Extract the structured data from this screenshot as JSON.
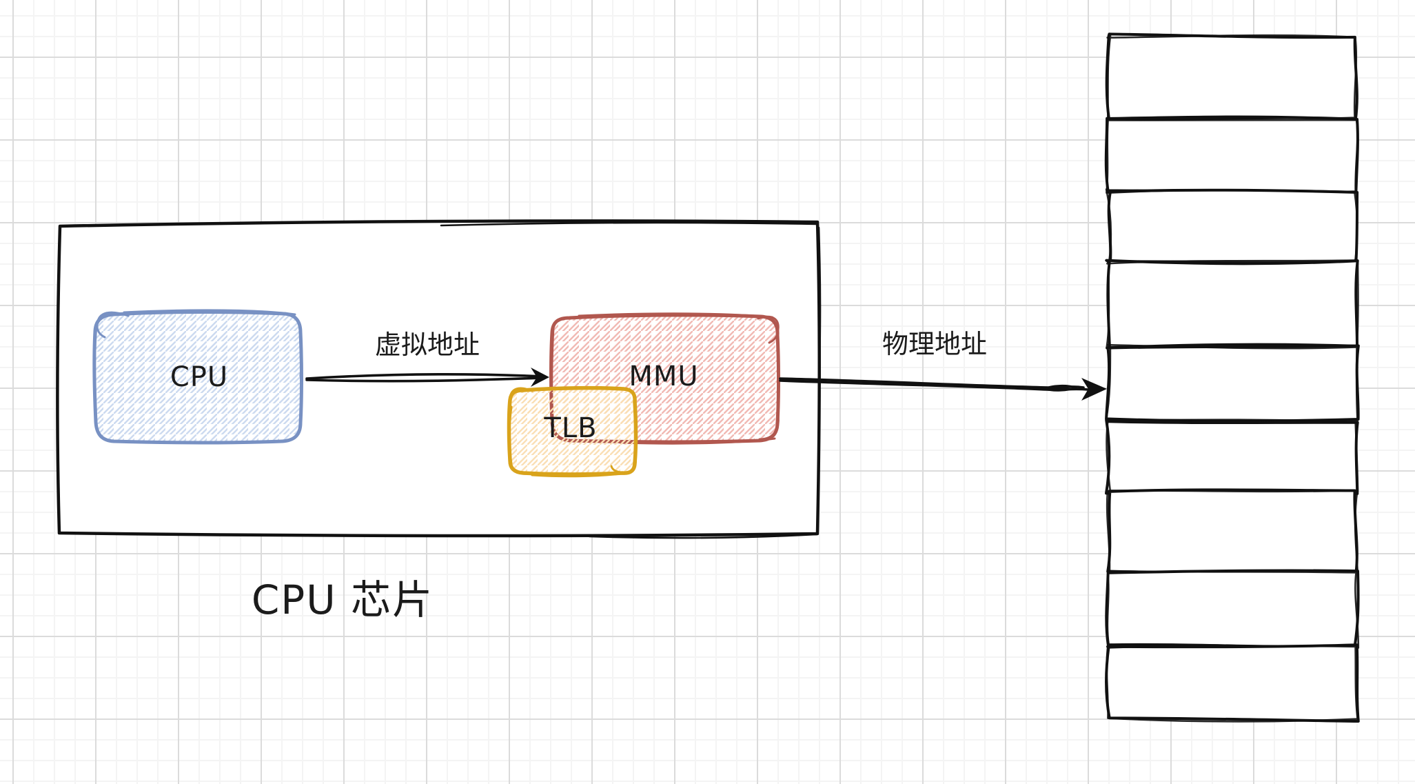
{
  "diagram": {
    "title": "CPU 芯片",
    "nodes": {
      "cpu_chip": {
        "label": "CPU 芯片",
        "kind": "container"
      },
      "cpu": {
        "label": "CPU",
        "color": "blue"
      },
      "mmu": {
        "label": "MMU",
        "color": "red"
      },
      "tlb": {
        "label": "TLB",
        "color": "yellow"
      },
      "memory": {
        "label": "",
        "kind": "stack",
        "cell_count": 9
      }
    },
    "edges": [
      {
        "from": "cpu",
        "to": "mmu",
        "label": "虚拟地址"
      },
      {
        "from": "mmu",
        "to": "memory",
        "label": "物理地址"
      }
    ]
  },
  "colors": {
    "background": "#ffffff",
    "box_fill": "#ffffff",
    "grid_minor": "#f4f4f4",
    "grid_major": "#dbdbdb",
    "ink": "#111111",
    "text": "#1b1b1b",
    "cpu_stroke": "#7891c3",
    "cpu_hatch": "#ccdaf0",
    "mmu_stroke": "#b1574e",
    "mmu_hatch": "#f1bab4",
    "tlb_stroke": "#d9a31b",
    "tlb_hatch": "#fadfb5"
  }
}
